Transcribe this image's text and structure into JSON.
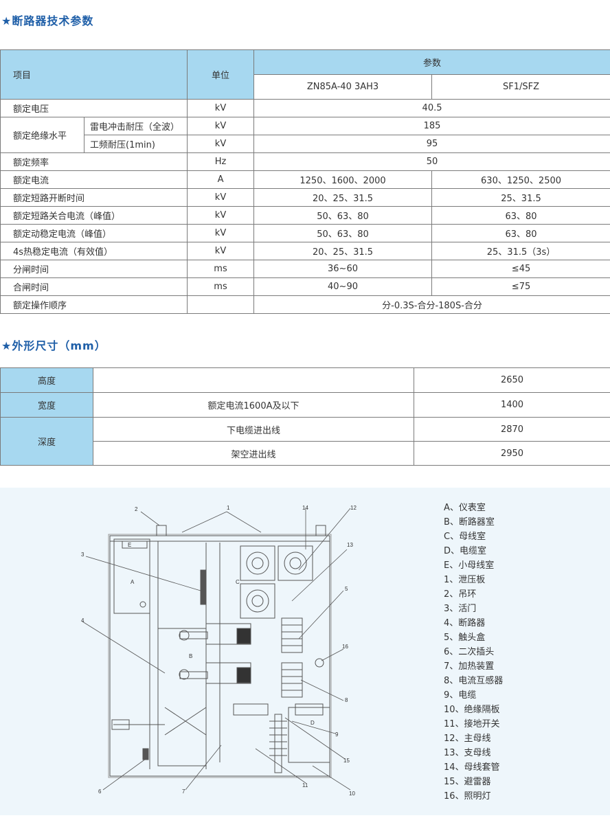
{
  "section1": {
    "title": "★断路器技术参数",
    "header": {
      "item": "项目",
      "unit": "单位",
      "params": "参数",
      "model_a": "ZN85A-40 3AH3",
      "model_b": "SF1/SFZ"
    },
    "rows": {
      "r1": {
        "label": "额定电压",
        "unit": "kV",
        "value": "40.5"
      },
      "insulation_label": "额定绝缘水平",
      "r2": {
        "label": "雷电冲击耐压（全波）",
        "unit": "kV",
        "value": "185"
      },
      "r3": {
        "label": "工频耐压(1min)",
        "unit": "kV",
        "value": "95"
      },
      "r4": {
        "label": "额定频率",
        "unit": "Hz",
        "value": "50"
      },
      "r5": {
        "label": "额定电流",
        "unit": "A",
        "a": "1250、1600、2000",
        "b": "630、1250、2500"
      },
      "r6": {
        "label": "额定短路开断时间",
        "unit": "kV",
        "a": "20、25、31.5",
        "b": "25、31.5"
      },
      "r7": {
        "label": "额定短路关合电流（峰值）",
        "unit": "kV",
        "a": "50、63、80",
        "b": "63、80"
      },
      "r8": {
        "label": "额定动稳定电流（峰值）",
        "unit": "kV",
        "a": "50、63、80",
        "b": "63、80"
      },
      "r9": {
        "label": "4s热稳定电流（有效值）",
        "unit": "kV",
        "a": "20、25、31.5",
        "b": "25、31.5（3s）"
      },
      "r10": {
        "label": "分闸时间",
        "unit": "ms",
        "a": "36~60",
        "b": "≤45"
      },
      "r11": {
        "label": "合闸时间",
        "unit": "ms",
        "a": "40~90",
        "b": "≤75"
      },
      "r12": {
        "label": "额定操作顺序",
        "unit": "",
        "value": "分-0.3S-合分-180S-合分"
      }
    }
  },
  "section2": {
    "title": "★外形尺寸（mm）",
    "height_label": "高度",
    "height_value": "2650",
    "width_label": "宽度",
    "width_desc": "额定电流1600A及以下",
    "width_value": "1400",
    "depth_label": "深度",
    "depth1_desc": "下电缆进出线",
    "depth1_value": "2870",
    "depth2_desc": "架空进出线",
    "depth2_value": "2950"
  },
  "diagram": {
    "labels": {
      "A": "A",
      "B": "B",
      "C": "C",
      "D": "D",
      "E": "E",
      "n1": "1",
      "n2": "2",
      "n3": "3",
      "n4": "4",
      "n5": "5",
      "n6": "6",
      "n7": "7",
      "n8": "8",
      "n9": "9",
      "n10": "10",
      "n11": "11",
      "n12": "12",
      "n13": "13",
      "n14": "14",
      "n15": "15",
      "n16": "16"
    },
    "legend": [
      "A、仪表室",
      "B、断路器室",
      "C、母线室",
      "D、电缆室",
      "E、小母线室",
      "1、泄压板",
      "2、吊环",
      "3、活门",
      "4、断路器",
      "5、触头盒",
      "6、二次插头",
      "7、加热装置",
      "8、电流互感器",
      "9、电缆",
      "10、绝缘隔板",
      "11、接地开关",
      "12、主母线",
      "13、支母线",
      "14、母线套管",
      "15、避雷器",
      "16、照明灯"
    ]
  },
  "colors": {
    "accent": "#1f5fa8",
    "header_bg": "#a7d8f0",
    "panel_bg": "#eef6fb"
  }
}
